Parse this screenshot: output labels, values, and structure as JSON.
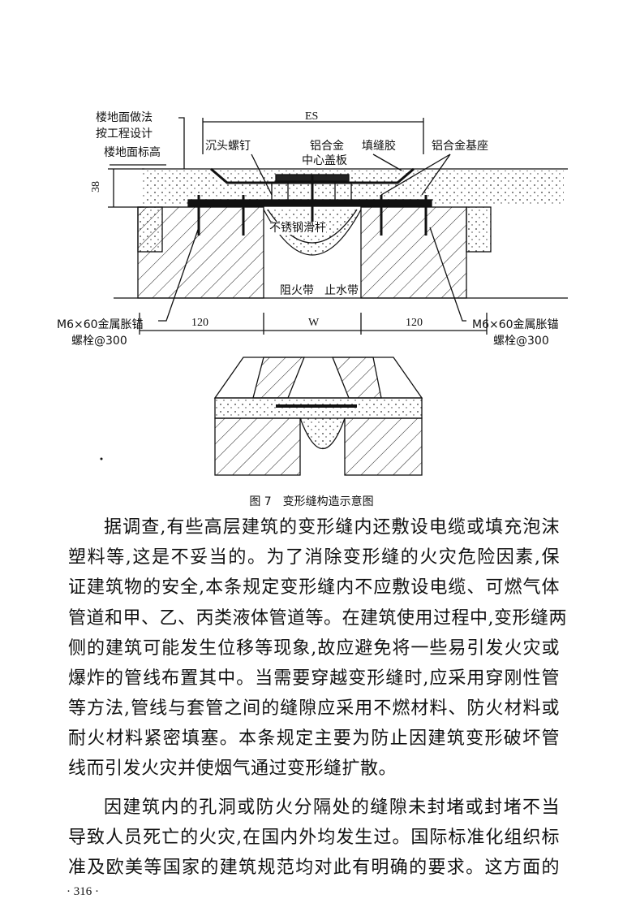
{
  "figure": {
    "labels": {
      "floor_method_1": "楼地面做法",
      "floor_method_2": "按工程设计",
      "floor_level": "楼地面标高",
      "countersunk_screw": "沉头螺钉",
      "aluminum_alloy": "铝合金",
      "center_cover": "中心盖板",
      "sealant": "填缝胶",
      "aluminum_base": "铝合金基座",
      "stainless_rod": "不锈钢滑杆",
      "fire_belt": "阻火带",
      "water_stop": "止水带",
      "anchor_left_1": "M6×60金属胀锚",
      "anchor_left_2": "螺栓@300",
      "anchor_right_1": "M6×60金属胀锚",
      "anchor_right_2": "螺栓@300"
    },
    "dimensions": {
      "es": "ES",
      "height": "38",
      "left_width": "120",
      "gap": "W",
      "right_width": "120"
    },
    "caption": "图 7　变形缝构造示意图"
  },
  "body": {
    "lines": [
      "据调查,有些高层建筑的变形缝内还敷设电缆或填充泡沫",
      "塑料等,这是不妥当的。为了消除变形缝的火灾危险因素,保",
      "证建筑物的安全,本条规定变形缝内不应敷设电缆、可燃气体",
      "管道和甲、乙、丙类液体管道等。在建筑使用过程中,变形缝两",
      "侧的建筑可能发生位移等现象,故应避免将一些易引发火灾或",
      "爆炸的管线布置其中。当需要穿越变形缝时,应采用穿刚性管",
      "等方法,管线与套管之间的缝隙应采用不燃材料、防火材料或",
      "耐火材料紧密填塞。本条规定主要为防止因建筑变形破坏管",
      "线而引发火灾并使烟气通过变形缝扩散。",
      "因建筑内的孔洞或防火分隔处的缝隙未封堵或封堵不当",
      "导致人员死亡的火灾,在国内外均发生过。国际标准化组织标",
      "准及欧美等国家的建筑规范均对此有明确的要求。这方面的"
    ]
  },
  "page_number": "· 316 ·"
}
